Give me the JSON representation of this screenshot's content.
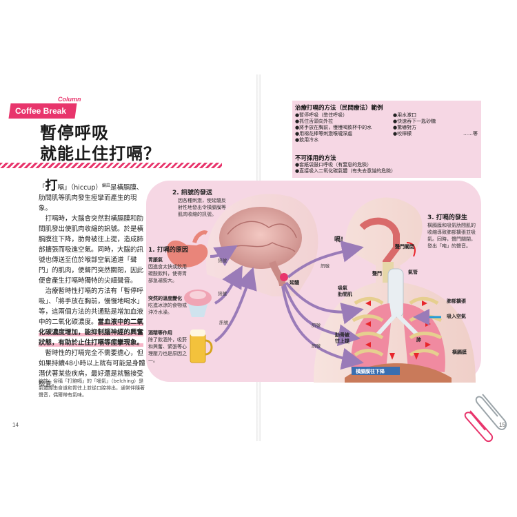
{
  "banner": {
    "label": "Coffee Break",
    "tag": "Column"
  },
  "title": {
    "line1": "暫停呼吸",
    "line2": "就能止住打嗝？"
  },
  "body": {
    "lead_char": "打",
    "p1": "嗝」（hiccup）",
    "p1_sup": "編註",
    "p1b": "是橫膈膜、肋間肌等肌肉發生痙攣而產生的現象。",
    "p2": "打嗝時，大腦會突然對橫膈膜和肋間肌發出使肌肉收縮的訊號。於是橫膈膜往下降，肋骨被往上提，造成肺部擴張而吸進空氣。同時，大腦的訊號也傳送至位於喉部空氣通道「聲門」的肌肉，使聲門突然關閉，因此便會產生打嗝時獨特的尖細聲音。",
    "p3a": "治療暫時性打嗝的方法有「暫停呼吸」、「將手放在胸前，慢慢地喝水」等，這兩個方法的共通點是增加血液中的二氧化碳濃度。",
    "p3_highlight": "當血液中的二氧化碳濃度增加，能抑制腦神經的興奮狀態，有助於止住打嗝等痙攣現象。",
    "p4": "暫時性的打嗝完全不需要擔心，但如果持續48小時以上就有可能是身體潛伏著某些疾病，最好還是就醫接受檢查。"
  },
  "note": "編註：俗稱「打飽嗝」的「噯氣」（belching）是氣體經由食道和胃往上並從口腔排出，通常伴隨著聲音，偶爾帶有氣味。",
  "page_numbers": {
    "left": "14",
    "right": "15"
  },
  "remedies": {
    "title": "治療打嗝的方法（民間療法）範例",
    "col1": [
      "●暫停呼吸（憋住呼吸）",
      "●抓住舌頭向外拉",
      "●將手放在胸前，慢慢喝飲杯中的水",
      "●用棉花棒等刺激喉嚨深處",
      "●飲用冷水"
    ],
    "col2": [
      "●用水漱口",
      "●快速吞下一匙砂糖",
      "●驚嚇對方",
      "●咬檸檬"
    ],
    "etc": "……等"
  },
  "not_allowed": {
    "title": "不可採用的方法",
    "items": [
      "●套紙袋鼓口呼吸（有窒息的危險）",
      "●直接吸入二氧化碳氣體（有失去意識的危險）"
    ]
  },
  "sections": {
    "causes_title": "1. 打嗝的原因",
    "stomach_title": "胃脹氣",
    "stomach_desc": [
      "因進食太快或飲用",
      "碳酸飲料，使得胃",
      "部急遽膨大。"
    ],
    "temp_title": "突然的溫度變化",
    "temp_desc": [
      "吃進冰涼的食物或",
      "沖冷水澡。"
    ],
    "alcohol_title": "酒精等作用",
    "alcohol_desc": [
      "除了飲酒外，吸菸",
      "和興奮、緊張等心",
      "理壓力也是原因之",
      "一。"
    ],
    "signal_title": "2. 訊號的發送",
    "signal_desc": [
      "因各種刺激，使延髓反",
      "射性地發出令橫膈膜等",
      "肌肉收縮的訊號。"
    ],
    "occur_title": "3. 打嗝的發生",
    "occur_desc": [
      "橫膈膜和吸氣肋間肌的",
      "收縮導致肺部擴張並吸",
      "氣。同時，聲門關閉，",
      "發出「咆」的聲音。"
    ]
  },
  "labels": {
    "signal": "訊號",
    "medulla": "延髓",
    "hic": "嗝!",
    "glottis_closed": "聲門關閉",
    "glottis": "聲門",
    "trachea": "氣管",
    "inspiratory_intercostal": [
      "吸氣",
      "肋間肌"
    ],
    "ribs_up": [
      "肋骨被",
      "往上提"
    ],
    "lungs_expand": "肺部擴張",
    "inhale": "吸入空氣",
    "lung": "肺",
    "diaphragm": "橫膈膜",
    "diaphragm_down": "橫膈膜往下降"
  },
  "colors": {
    "accent": "#e8356c",
    "panel": "#f6d7e4",
    "arrow": "#9a7bb8"
  }
}
